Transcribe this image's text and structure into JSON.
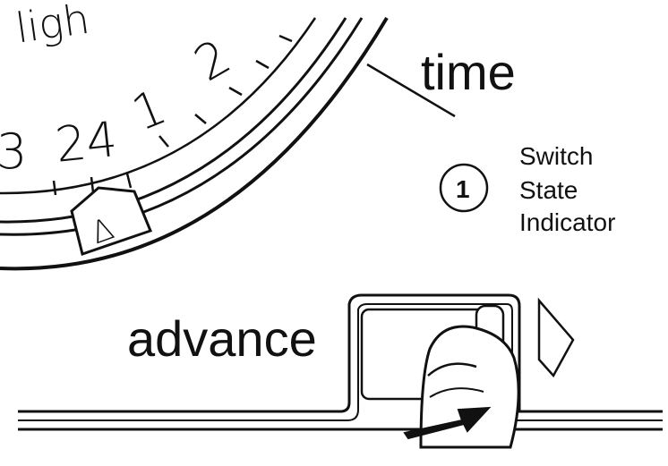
{
  "dial": {
    "numerals": [
      "3",
      "24",
      "1",
      "2"
    ],
    "partial_word": "ligh"
  },
  "labels": {
    "time": "time",
    "advance": "advance"
  },
  "callout": {
    "number": "1",
    "lines": [
      "Switch",
      "State",
      "Indicator"
    ]
  },
  "icons": {
    "bezel_marker": "triangle-pointer-icon",
    "finger": "finger-icon",
    "direction_arrow": "arrow-right-icon",
    "side_arrow": "chevron-right-icon"
  }
}
